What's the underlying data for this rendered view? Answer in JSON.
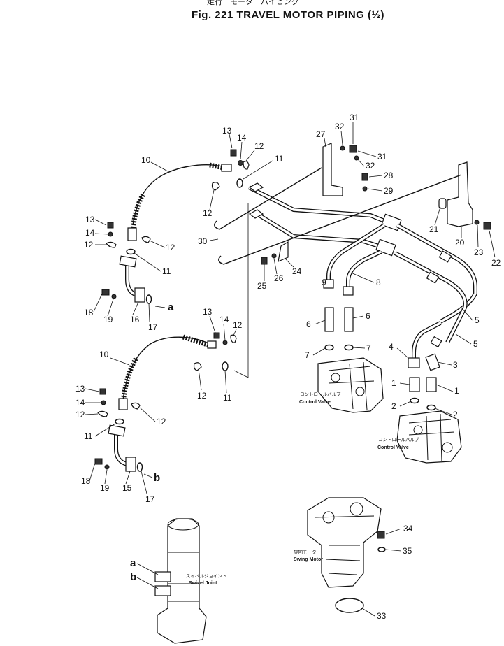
{
  "title": {
    "japanese": "走行　モータ　パイピング",
    "english": "Fig. 221   TRAVEL MOTOR PIPING (½)"
  },
  "captions": {
    "control_valve_left_jp": "コントロールバルブ",
    "control_valve_left_en": "Control Valve",
    "control_valve_right_jp": "コントロールバルブ",
    "control_valve_right_en": "Control Valve",
    "swing_motor_jp": "旋回モータ",
    "swing_motor_en": "Swing Motor",
    "swivel_joint_jp": "スイベルジョイント",
    "swivel_joint_en": "Swivel Joint"
  },
  "callouts": [
    {
      "id": "c13a",
      "label": "13"
    },
    {
      "id": "c14a",
      "label": "14"
    },
    {
      "id": "c12a",
      "label": "12"
    },
    {
      "id": "c10a",
      "label": "10"
    },
    {
      "id": "c11a",
      "label": "11"
    },
    {
      "id": "c12b",
      "label": "12"
    },
    {
      "id": "c30",
      "label": "30"
    },
    {
      "id": "c27",
      "label": "27"
    },
    {
      "id": "c32a",
      "label": "32"
    },
    {
      "id": "c31a",
      "label": "31"
    },
    {
      "id": "c31b",
      "label": "31"
    },
    {
      "id": "c32b",
      "label": "32"
    },
    {
      "id": "c28",
      "label": "28"
    },
    {
      "id": "c29",
      "label": "29"
    },
    {
      "id": "c21",
      "label": "21"
    },
    {
      "id": "c20",
      "label": "20"
    },
    {
      "id": "c23",
      "label": "23"
    },
    {
      "id": "c22",
      "label": "22"
    },
    {
      "id": "c13b",
      "label": "13"
    },
    {
      "id": "c14b",
      "label": "14"
    },
    {
      "id": "c12c",
      "label": "12"
    },
    {
      "id": "c12d",
      "label": "12"
    },
    {
      "id": "c11b",
      "label": "11"
    },
    {
      "id": "c18a",
      "label": "18"
    },
    {
      "id": "c19a",
      "label": "19"
    },
    {
      "id": "c16",
      "label": "16"
    },
    {
      "id": "c17a",
      "label": "17"
    },
    {
      "id": "c25",
      "label": "25"
    },
    {
      "id": "c26",
      "label": "26"
    },
    {
      "id": "c24",
      "label": "24"
    },
    {
      "id": "c9",
      "label": "9"
    },
    {
      "id": "c8",
      "label": "8"
    },
    {
      "id": "c6a",
      "label": "6"
    },
    {
      "id": "c6b",
      "label": "6"
    },
    {
      "id": "c7a",
      "label": "7"
    },
    {
      "id": "c7b",
      "label": "7"
    },
    {
      "id": "c5a",
      "label": "5"
    },
    {
      "id": "c5b",
      "label": "5"
    },
    {
      "id": "c4",
      "label": "4"
    },
    {
      "id": "c3",
      "label": "3"
    },
    {
      "id": "c1a",
      "label": "1"
    },
    {
      "id": "c1b",
      "label": "1"
    },
    {
      "id": "c2a",
      "label": "2"
    },
    {
      "id": "c2b",
      "label": "2"
    },
    {
      "id": "c13c",
      "label": "13"
    },
    {
      "id": "c14c",
      "label": "14"
    },
    {
      "id": "c12e",
      "label": "12"
    },
    {
      "id": "c10b",
      "label": "10"
    },
    {
      "id": "c12f",
      "label": "12"
    },
    {
      "id": "c11c",
      "label": "11"
    },
    {
      "id": "c13d",
      "label": "13"
    },
    {
      "id": "c14d",
      "label": "14"
    },
    {
      "id": "c12g",
      "label": "12"
    },
    {
      "id": "c12h",
      "label": "12"
    },
    {
      "id": "c11d",
      "label": "11"
    },
    {
      "id": "c18b",
      "label": "18"
    },
    {
      "id": "c19b",
      "label": "19"
    },
    {
      "id": "c15",
      "label": "15"
    },
    {
      "id": "c17b",
      "label": "17"
    },
    {
      "id": "c34",
      "label": "34"
    },
    {
      "id": "c35",
      "label": "35"
    },
    {
      "id": "c33",
      "label": "33"
    }
  ],
  "letters": {
    "a_top": "a",
    "b_top": "b",
    "a_swivel": "a",
    "b_swivel": "b"
  }
}
